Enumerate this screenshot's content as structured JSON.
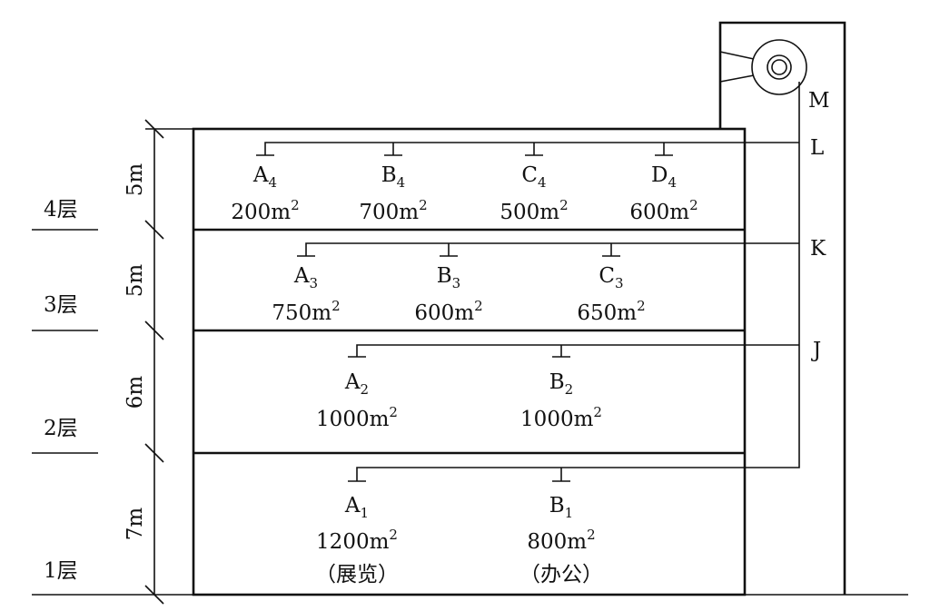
{
  "floors": [
    {
      "id": "f1",
      "label": "1层",
      "height": "7m",
      "zones": [
        {
          "name": "A",
          "sub": "1",
          "area": "1200m",
          "sup": "2",
          "use": "（展览）"
        },
        {
          "name": "B",
          "sub": "1",
          "area": "800m",
          "sup": "2",
          "use": "（办公）"
        }
      ]
    },
    {
      "id": "f2",
      "label": "2层",
      "height": "6m",
      "zones": [
        {
          "name": "A",
          "sub": "2",
          "area": "1000m",
          "sup": "2"
        },
        {
          "name": "B",
          "sub": "2",
          "area": "1000m",
          "sup": "2"
        }
      ]
    },
    {
      "id": "f3",
      "label": "3层",
      "height": "5m",
      "zones": [
        {
          "name": "A",
          "sub": "3",
          "area": "750m",
          "sup": "2"
        },
        {
          "name": "B",
          "sub": "3",
          "area": "600m",
          "sup": "2"
        },
        {
          "name": "C",
          "sub": "3",
          "area": "650m",
          "sup": "2"
        }
      ]
    },
    {
      "id": "f4",
      "label": "4层",
      "height": "5m",
      "zones": [
        {
          "name": "A",
          "sub": "4",
          "area": "200m",
          "sup": "2"
        },
        {
          "name": "B",
          "sub": "4",
          "area": "700m",
          "sup": "2"
        },
        {
          "name": "C",
          "sub": "4",
          "area": "500m",
          "sup": "2"
        },
        {
          "name": "D",
          "sub": "4",
          "area": "600m",
          "sup": "2"
        }
      ]
    }
  ],
  "nodes": {
    "M": "M",
    "L": "L",
    "K": "K",
    "J": "J"
  }
}
